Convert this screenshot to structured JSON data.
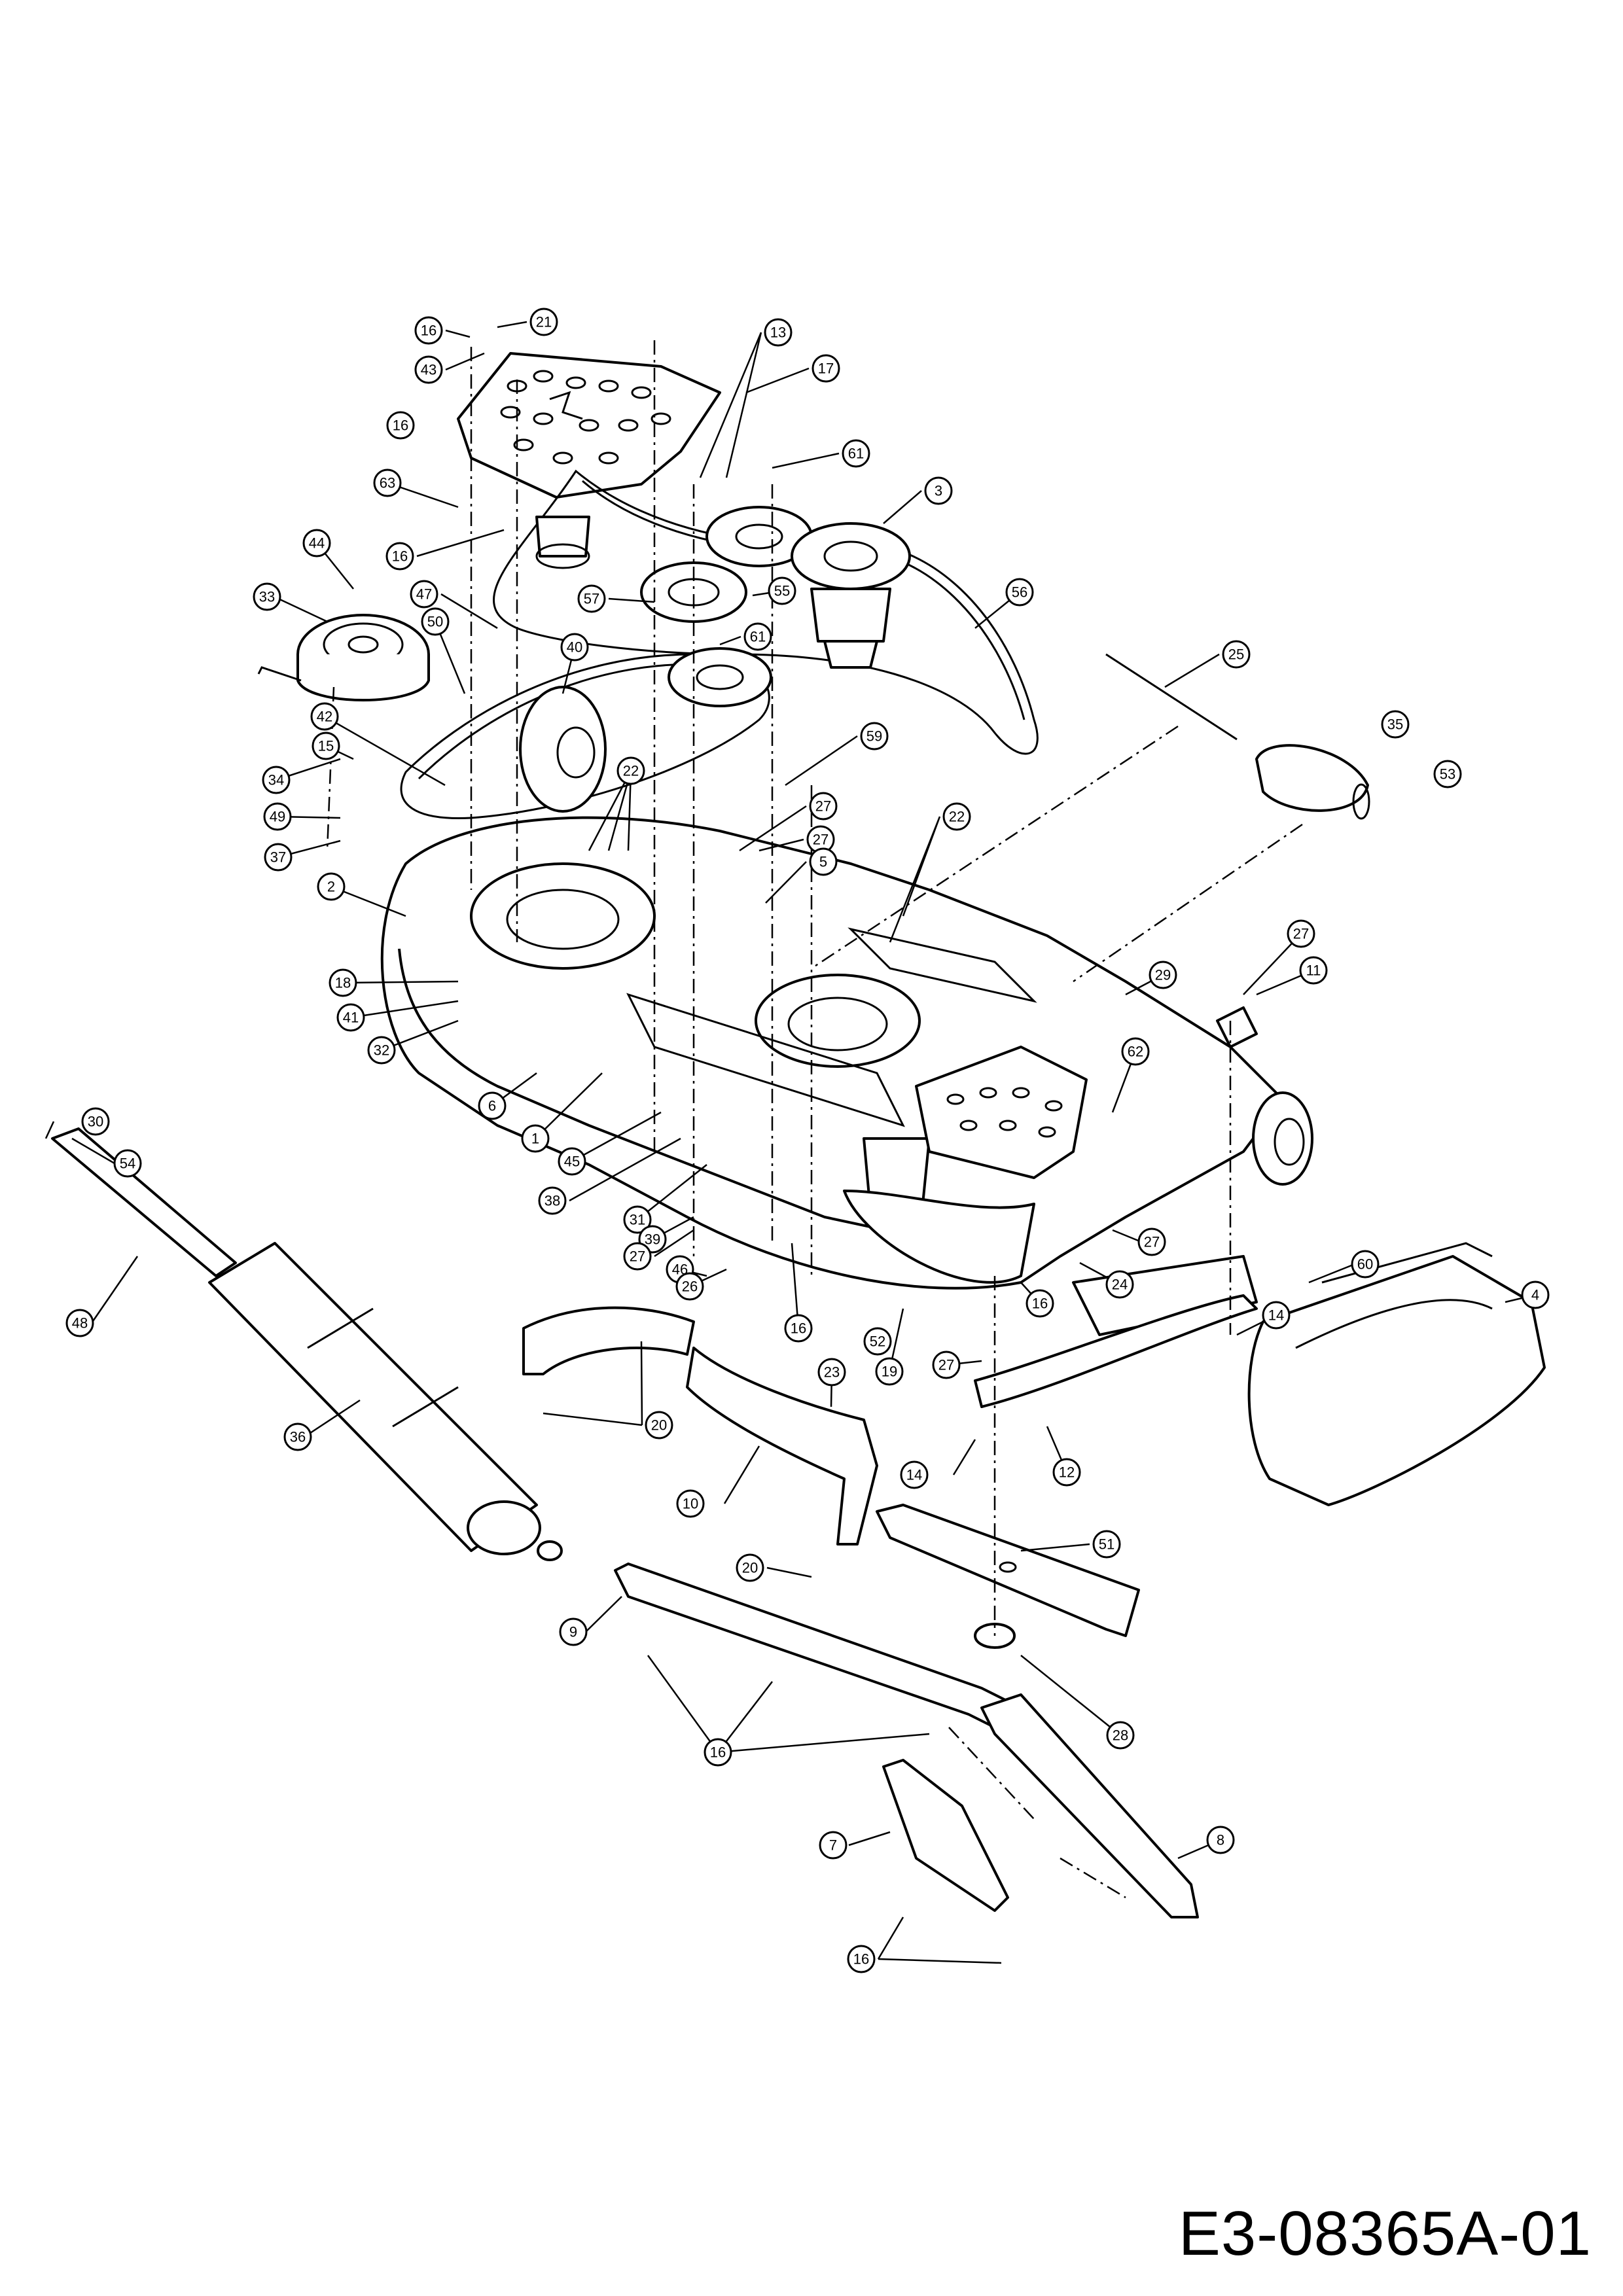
{
  "diagram": {
    "code": "E3-08365A-01",
    "callouts": [
      "16",
      "21",
      "43",
      "16",
      "13",
      "17",
      "61",
      "3",
      "63",
      "16",
      "44",
      "33",
      "47",
      "50",
      "57",
      "55",
      "61",
      "56",
      "25",
      "40",
      "42",
      "15",
      "34",
      "49",
      "37",
      "22",
      "59",
      "35",
      "53",
      "27",
      "27",
      "22",
      "5",
      "2",
      "18",
      "41",
      "32",
      "6",
      "1",
      "45",
      "38",
      "31",
      "39",
      "27",
      "46",
      "26",
      "16",
      "52",
      "23",
      "19",
      "27",
      "16",
      "24",
      "27",
      "62",
      "29",
      "11",
      "27",
      "60",
      "4",
      "14",
      "12",
      "14",
      "30",
      "54",
      "48",
      "36",
      "20",
      "10",
      "51",
      "20",
      "9",
      "28",
      "16",
      "7",
      "8",
      "16"
    ]
  }
}
